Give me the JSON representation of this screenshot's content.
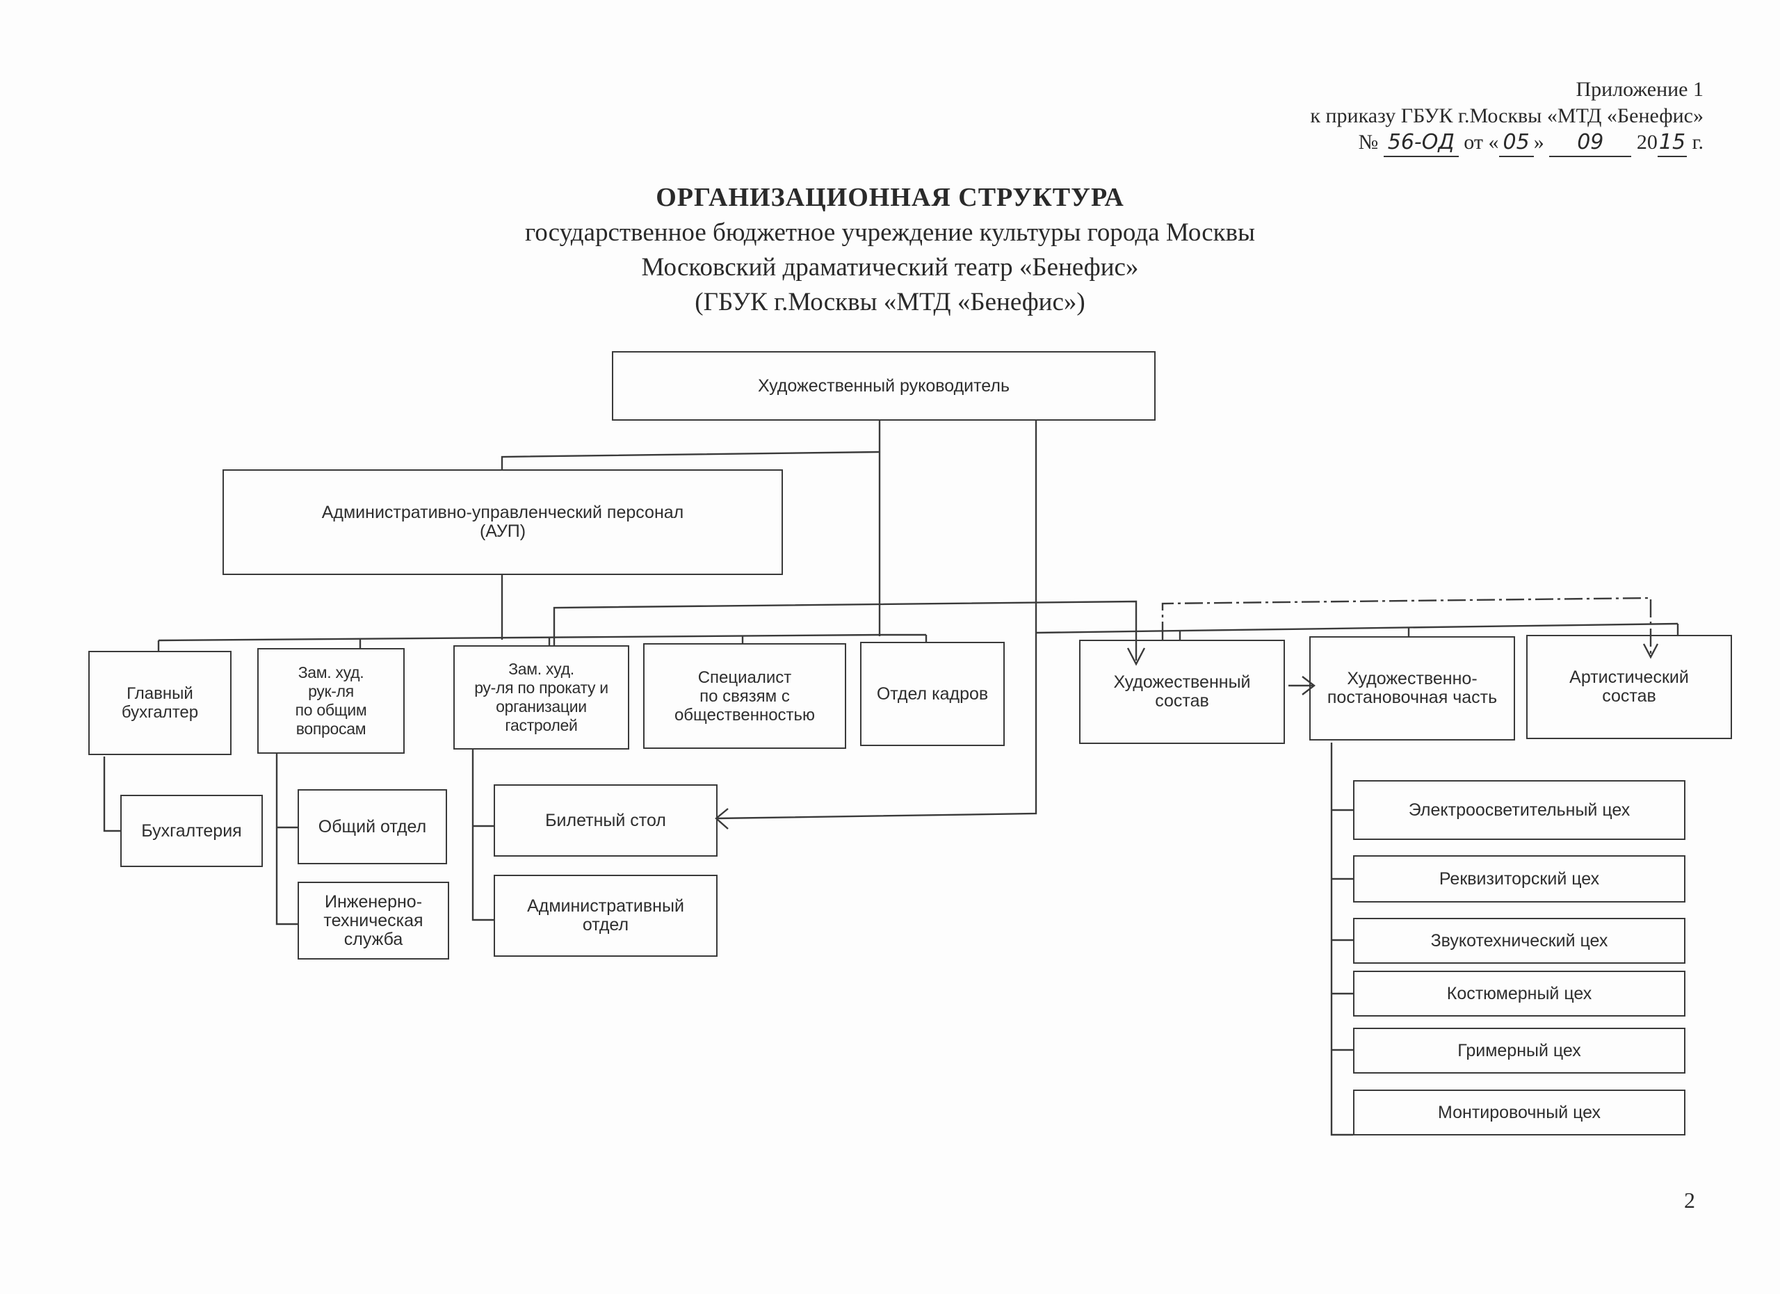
{
  "appendix": {
    "line1": "Приложение 1",
    "line2": "к приказу ГБУК г.Москвы «МТД «Бенефис»",
    "number_prefix": "№",
    "number": "56-ОД",
    "from_label": "от «",
    "day": "05",
    "day_close": "»",
    "month": "09",
    "year_prefix": "20",
    "year_suffix": "15",
    "year_unit": "г."
  },
  "title": {
    "main": "ОРГАНИЗАЦИОННАЯ СТРУКТУРА",
    "line2": "государственное бюджетное учреждение культуры города Москвы",
    "line3": "Московский драматический театр «Бенефис»",
    "line4": "(ГБУК г.Москвы «МТД «Бенефис»)"
  },
  "org": {
    "head": "Художественный руководитель",
    "aup": "Административно-управленческий персонал\n(АУП)",
    "left_group": [
      {
        "label": "Главный\nбухгалтер",
        "children": [
          "Бухгалтерия"
        ]
      },
      {
        "label": "Зам. худ.\nрук-ля\nпо общим вопросам",
        "children": [
          "Общий отдел",
          "Инженерно-\nтехническая\nслужба"
        ]
      },
      {
        "label": "Зам. худ.\nру-ля по прокату и\nорганизации\nгастролей",
        "children": [
          "Билетный стол",
          "Административный\nотдел"
        ]
      },
      {
        "label": "Специалист\nпо связям с\nобщественностью",
        "children": []
      },
      {
        "label": "Отдел кадров",
        "children": []
      }
    ],
    "right_group": [
      {
        "label": "Художественный\nсостав"
      },
      {
        "label": "Художественно-\nпостановочная часть"
      },
      {
        "label": "Артистический\nсостав"
      }
    ],
    "workshops": [
      "Электроосветительный  цех",
      "Реквизиторский цех",
      "Звукотехнический цех",
      "Костюмерный цех",
      "Гримерный цех",
      "Монтировочный цех"
    ]
  },
  "page_number": "2"
}
